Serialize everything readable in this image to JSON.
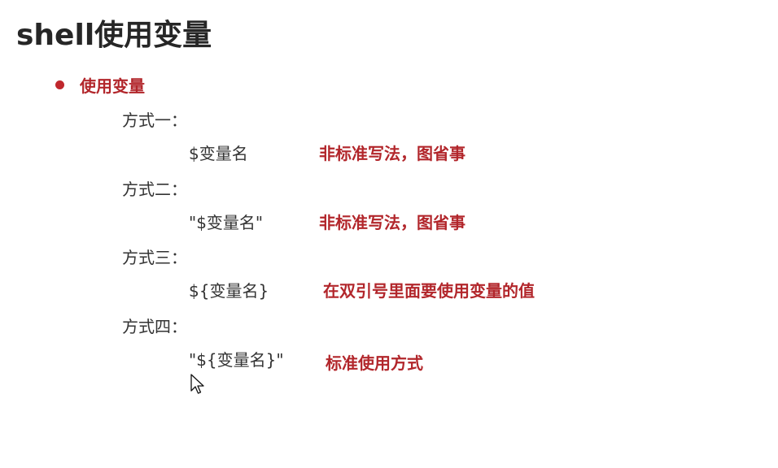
{
  "slide": {
    "title": "shell使用变量",
    "bullet": "使用变量",
    "methods": [
      {
        "label": "方式一：",
        "syntax": "$变量名",
        "note": "非标准写法，图省事"
      },
      {
        "label": "方式二：",
        "syntax": "\"$变量名\"",
        "note": "非标准写法，图省事"
      },
      {
        "label": "方式三：",
        "syntax": "${变量名}",
        "note": "在双引号里面要使用变量的值"
      },
      {
        "label": "方式四：",
        "syntax": "\"${变量名}\"",
        "note": "标准使用方式"
      }
    ]
  },
  "colors": {
    "accent": "#b2262b",
    "text": "#333333",
    "title": "#262626",
    "background": "#ffffff"
  },
  "icons": {
    "bullet": "bullet-dot-icon",
    "pointer": "mouse-pointer-icon"
  }
}
